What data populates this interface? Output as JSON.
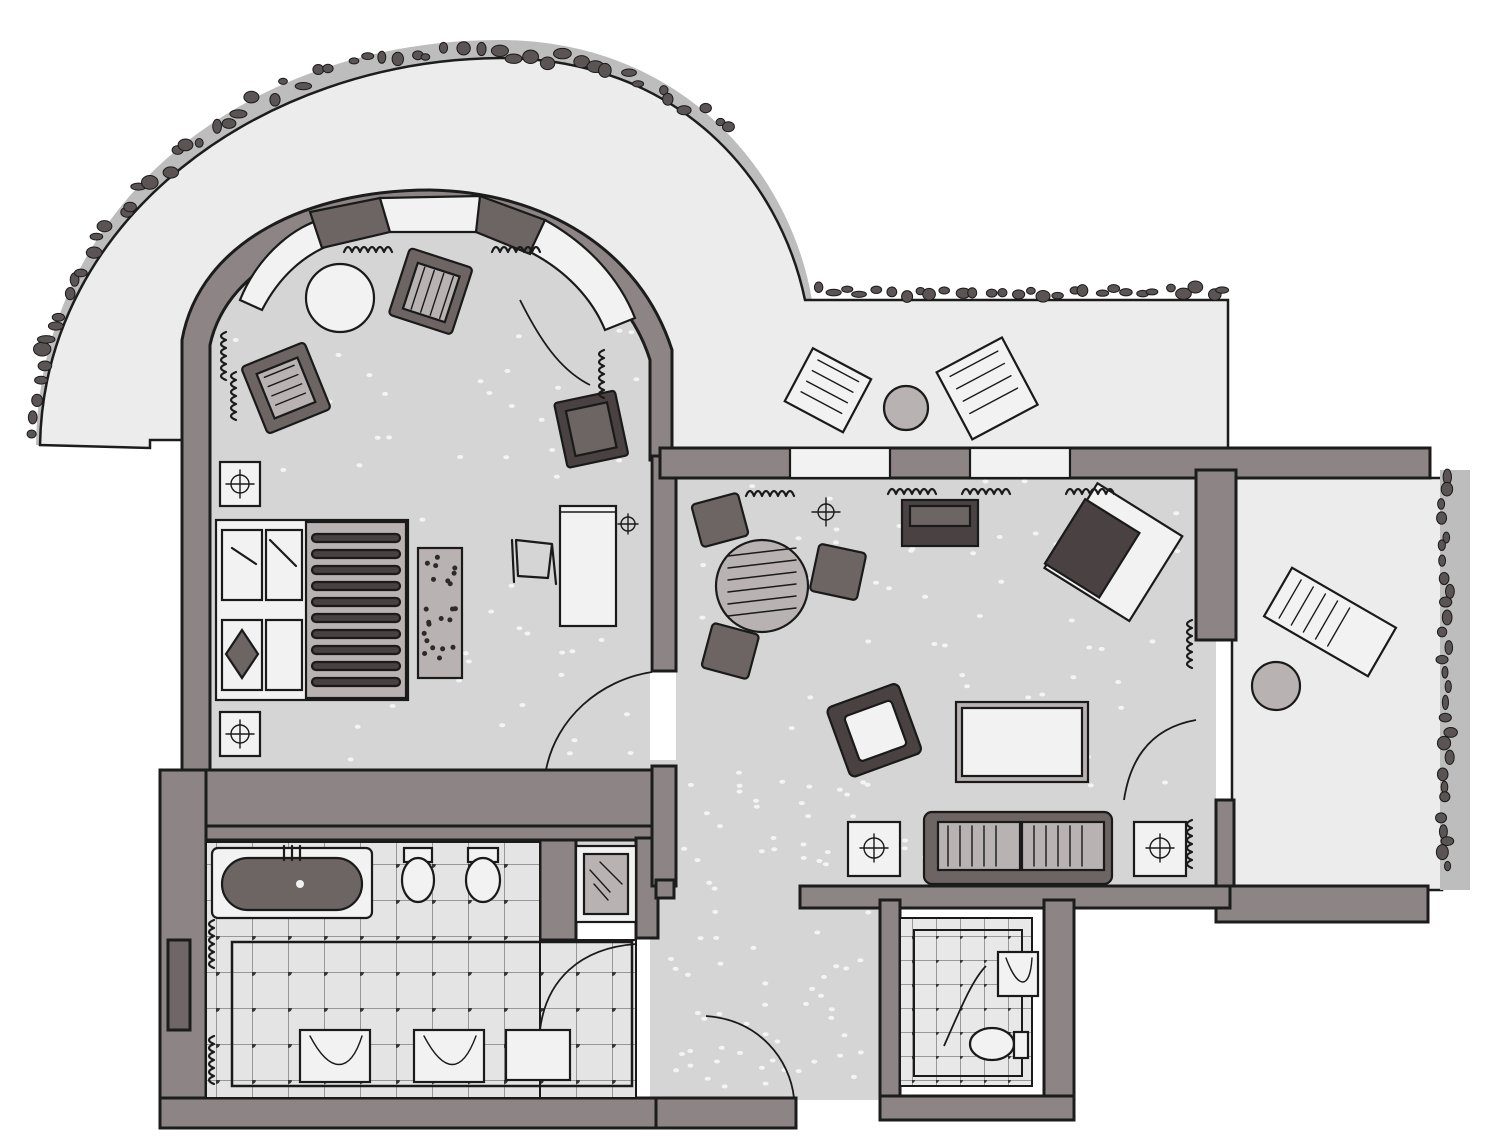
{
  "drawing": {
    "kind": "hand-sketched floor plan",
    "text_labels": []
  },
  "colors": {
    "wall": "#8d8585",
    "wall_dark": "#6f6767",
    "room_floor": "#d5d5d5",
    "terrace_floor": "#ececec",
    "furniture_dark": "#6d6464",
    "outline": "#1a1a1a"
  },
  "rooms": [
    {
      "id": "north-terrace",
      "type": "curved terrace"
    },
    {
      "id": "east-terrace",
      "type": "terrace"
    },
    {
      "id": "side-balcony",
      "type": "balcony"
    },
    {
      "id": "bedroom",
      "type": "rounded bedroom"
    },
    {
      "id": "living-room",
      "type": "living room"
    },
    {
      "id": "bathroom",
      "type": "bathroom"
    },
    {
      "id": "guest-wc",
      "type": "wc"
    },
    {
      "id": "entrance-hall",
      "type": "hall"
    }
  ],
  "icons": [
    "bed-icon",
    "armchair-icon",
    "sofa-icon",
    "bathtub-icon",
    "toilet-icon",
    "sink-icon",
    "shower-icon",
    "dining-table-icon",
    "lamp-icon",
    "door-swing-icon",
    "hedge-icon",
    "lounger-icon"
  ]
}
